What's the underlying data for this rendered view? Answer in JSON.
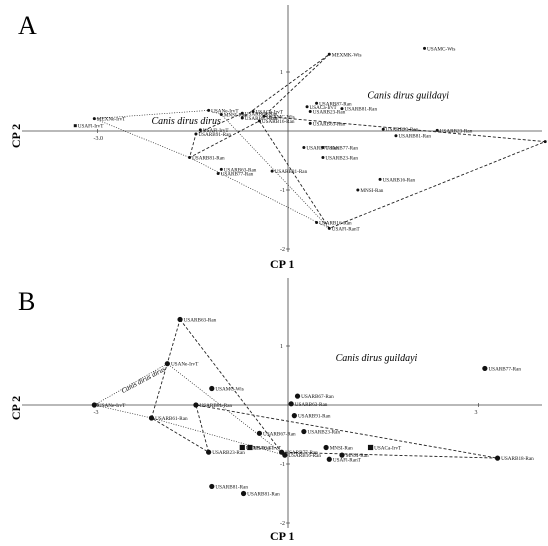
{
  "chart_data": [
    {
      "type": "scatter",
      "panel": "A",
      "xlabel": "CP 1",
      "ylabel": "CP 2",
      "xlim": [
        -3.5,
        4.2
      ],
      "ylim": [
        -2.1,
        1.9
      ],
      "x_ticks": [
        "-3.0"
      ],
      "y_ticks": [
        "1",
        "-1",
        "-2"
      ],
      "hull_style": {
        "dirus": "dotted",
        "guildayi": "dashed"
      },
      "annotations": [
        {
          "text": "Canis dirus dirus",
          "x": -2.15,
          "y": 0.12,
          "size": "normal"
        },
        {
          "text": "Canis dirus guildayi",
          "x": 1.25,
          "y": 0.55,
          "size": "normal"
        }
      ],
      "points": [
        {
          "label": "USAFl-IrvT",
          "x": -3.35,
          "y": 0.09,
          "marker": "square"
        },
        {
          "label": "MEXNe-IrvT",
          "x": -3.05,
          "y": 0.21,
          "marker": "circle"
        },
        {
          "label": "USANe-IrvT",
          "x": -1.25,
          "y": 0.35,
          "marker": "circle"
        },
        {
          "label": "MNSI-Ran",
          "x": -1.05,
          "y": 0.28,
          "marker": "circle"
        },
        {
          "label": "USARB63-Ran",
          "x": -0.72,
          "y": 0.3,
          "marker": "circle"
        },
        {
          "label": "USAFl-IrvT",
          "x": -1.38,
          "y": 0.02,
          "marker": "circle"
        },
        {
          "label": "USARB91-Ran",
          "x": -1.45,
          "y": -0.05,
          "marker": "circle"
        },
        {
          "label": "USAGa-IrvT",
          "x": -0.55,
          "y": 0.33,
          "marker": "circle"
        },
        {
          "label": "USARB87-Ran",
          "x": -0.72,
          "y": 0.22,
          "marker": "circle"
        },
        {
          "label": "USAMC-Wis",
          "x": -0.38,
          "y": 0.25,
          "marker": "circle"
        },
        {
          "label": "USARB16-Ran",
          "x": -0.45,
          "y": 0.17,
          "marker": "circle"
        },
        {
          "label": "USARB81-Ran",
          "x": -1.55,
          "y": -0.45,
          "marker": "circle"
        },
        {
          "label": "USARB63-Ran",
          "x": -1.05,
          "y": -0.65,
          "marker": "circle"
        },
        {
          "label": "USARB77-Ran",
          "x": -1.1,
          "y": -0.72,
          "marker": "circle"
        },
        {
          "label": "USARB81-Ran",
          "x": -0.25,
          "y": -0.68,
          "marker": "circle"
        },
        {
          "label": "USARB16-Ran",
          "x": 0.45,
          "y": -1.55,
          "marker": "circle"
        },
        {
          "label": "USAFl-RanT",
          "x": 0.65,
          "y": -1.65,
          "marker": "circle"
        },
        {
          "label": "USARB77-Ran",
          "x": 0.25,
          "y": -0.28,
          "marker": "circle"
        },
        {
          "label": "USARB77-Ran",
          "x": 0.55,
          "y": -0.28,
          "marker": "circle"
        },
        {
          "label": "USARB23-Ran",
          "x": 0.55,
          "y": -0.45,
          "marker": "circle"
        },
        {
          "label": "USARB16-Ran",
          "x": 1.45,
          "y": -0.82,
          "marker": "circle"
        },
        {
          "label": "MNSI-Ran",
          "x": 1.1,
          "y": -1.0,
          "marker": "circle"
        },
        {
          "label": "USARB63-Ran",
          "x": 0.35,
          "y": 0.13,
          "marker": "circle"
        },
        {
          "label": "USARB87-Ran",
          "x": 0.45,
          "y": 0.47,
          "marker": "circle"
        },
        {
          "label": "USACa-IrvT",
          "x": 0.3,
          "y": 0.41,
          "marker": "circle"
        },
        {
          "label": "USARB81-Ran",
          "x": 0.85,
          "y": 0.38,
          "marker": "circle"
        },
        {
          "label": "USARB23-Ran",
          "x": 0.35,
          "y": 0.33,
          "marker": "circle"
        },
        {
          "label": "USAMC-Wis",
          "x": 2.15,
          "y": 1.4,
          "marker": "circle"
        },
        {
          "label": "MEXMK-Wis",
          "x": 0.65,
          "y": 1.3,
          "marker": "circle"
        },
        {
          "label": "USARB23-Ran",
          "x": 1.5,
          "y": 0.03,
          "marker": "circle"
        },
        {
          "label": "USARB23-Ran",
          "x": 2.35,
          "y": 0.01,
          "marker": "circle"
        },
        {
          "label": "USARB81-Ran",
          "x": 1.7,
          "y": -0.08,
          "marker": "circle"
        },
        {
          "label": "USARB30-Ran",
          "x": 4.05,
          "y": -0.18,
          "marker": "circle"
        }
      ],
      "hulls": {
        "dirus": [
          "MEXNe-IrvT",
          "USANe-IrvT",
          "MNSI-Ran",
          "USAFl-RanT",
          "USARB81-Ran"
        ],
        "guildayi": [
          "MEXMK-Wis",
          "USAMC-Wis",
          "USARB30-Ran",
          "USAFl-RanT",
          "USARB16-Ran",
          "USARB81-Ran",
          "USARB91-Ran",
          "USARB63-Ran",
          "USARB87-Ran"
        ]
      }
    },
    {
      "type": "scatter",
      "panel": "B",
      "xlabel": "CP 1",
      "ylabel": "CP 2",
      "xlim": [
        -3.5,
        4.0
      ],
      "ylim": [
        -2.2,
        1.8
      ],
      "x_ticks": [
        "-3",
        "3"
      ],
      "y_ticks": [
        "1",
        "-1",
        "-2"
      ],
      "hull_style": {
        "dirus": "dotted",
        "guildayi": "dashed"
      },
      "annotations": [
        {
          "text": "Canis dirus dirus",
          "x": -2.6,
          "y": 0.2,
          "size": "small"
        },
        {
          "text": "Canis dirus guildayi",
          "x": 0.75,
          "y": 0.75,
          "size": "normal"
        }
      ],
      "points": [
        {
          "label": "USANe-IrvT",
          "x": -3.05,
          "y": 0.0,
          "marker": "circle"
        },
        {
          "label": "USARB63-Ran",
          "x": -1.7,
          "y": 1.45,
          "marker": "circle"
        },
        {
          "label": "USANe-IrvT",
          "x": -1.9,
          "y": 0.7,
          "marker": "circle"
        },
        {
          "label": "USAMC-Wis",
          "x": -1.2,
          "y": 0.28,
          "marker": "circle"
        },
        {
          "label": "USARB81-Ran",
          "x": -1.45,
          "y": 0.0,
          "marker": "circle"
        },
        {
          "label": "USARB61-Ran",
          "x": -2.15,
          "y": -0.22,
          "marker": "circle"
        },
        {
          "label": "USARB23-Ran",
          "x": -1.25,
          "y": -0.8,
          "marker": "circle"
        },
        {
          "label": "USARB81-Ran",
          "x": -0.7,
          "y": -1.5,
          "marker": "circle"
        },
        {
          "label": "USARB67-Ran",
          "x": -0.45,
          "y": -0.48,
          "marker": "circle"
        },
        {
          "label": "USAFl-IrvT",
          "x": -0.72,
          "y": -0.72,
          "marker": "square"
        },
        {
          "label": "USAGa-IrvT",
          "x": -0.6,
          "y": -0.72,
          "marker": "square"
        },
        {
          "label": "USARB77-Ran",
          "x": -0.1,
          "y": -0.8,
          "marker": "circle"
        },
        {
          "label": "USARB67-Ran",
          "x": 0.15,
          "y": 0.15,
          "marker": "circle"
        },
        {
          "label": "USARB63-Ran",
          "x": 0.05,
          "y": 0.02,
          "marker": "circle"
        },
        {
          "label": "USARB91-Ran",
          "x": 0.1,
          "y": -0.18,
          "marker": "circle"
        },
        {
          "label": "USARB23-Ran",
          "x": 0.25,
          "y": -0.45,
          "marker": "circle"
        },
        {
          "label": "USARB16-Ran",
          "x": -0.05,
          "y": -0.85,
          "marker": "circle"
        },
        {
          "label": "MNSI-Ran",
          "x": 0.6,
          "y": -0.72,
          "marker": "circle"
        },
        {
          "label": "USACa-IrvT",
          "x": 1.3,
          "y": -0.72,
          "marker": "square"
        },
        {
          "label": "MNSI-Ran",
          "x": 0.85,
          "y": -0.85,
          "marker": "circle"
        },
        {
          "label": "USAFl-RanT",
          "x": 0.65,
          "y": -0.92,
          "marker": "circle"
        },
        {
          "label": "USARB77-Ran",
          "x": 3.1,
          "y": 0.62,
          "marker": "circle"
        },
        {
          "label": "USARB18-Ran",
          "x": 3.3,
          "y": -0.9,
          "marker": "circle"
        },
        {
          "label": "USARB81-Ran",
          "x": -1.2,
          "y": -1.38,
          "marker": "circle"
        }
      ],
      "hulls": {
        "dirus": [
          "USANe-IrvT",
          "USANe-IrvT",
          "USARB16-Ran",
          "USARB61-Ran"
        ],
        "guildayi": [
          "USARB63-Ran",
          "USARB77-Ran",
          "USARB18-Ran",
          "USARB81-Ran",
          "USARB23-Ran",
          "USARB61-Ran"
        ]
      }
    }
  ]
}
